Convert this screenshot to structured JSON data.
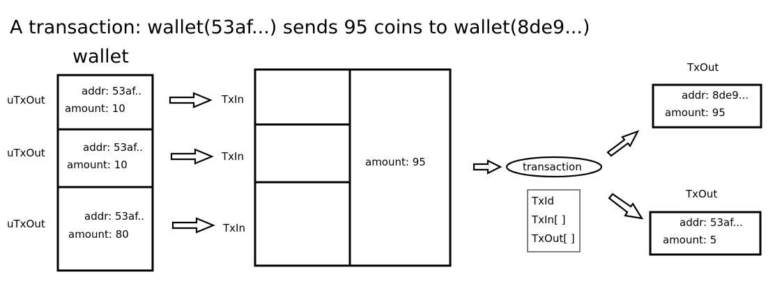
{
  "title": "A transaction: wallet(53af...) sends 95 coins to wallet(8de9...)",
  "wallet": {
    "heading": "wallet",
    "utxos": [
      {
        "side_label": "uTxOut",
        "addr": "addr: 53af..",
        "amount": "amount: 10",
        "arrow_target": "TxIn"
      },
      {
        "side_label": "uTxOut",
        "addr": "addr: 53af..",
        "amount": "amount: 10",
        "arrow_target": "TxIn"
      },
      {
        "side_label": "uTxOut",
        "addr": "addr: 53af..",
        "amount": "amount: 80",
        "arrow_target": "TxIn"
      }
    ]
  },
  "inputs_block": {
    "amount": "amount: 95"
  },
  "transaction": {
    "label": "transaction",
    "fields": [
      "TxId",
      "TxIn[ ]",
      "TxOut[ ]"
    ]
  },
  "outputs": [
    {
      "heading": "TxOut",
      "addr": "addr:  8de9...",
      "amount": "amount:  95"
    },
    {
      "heading": "TxOut",
      "addr": "addr: 53af...",
      "amount": "amount:  5"
    }
  ]
}
